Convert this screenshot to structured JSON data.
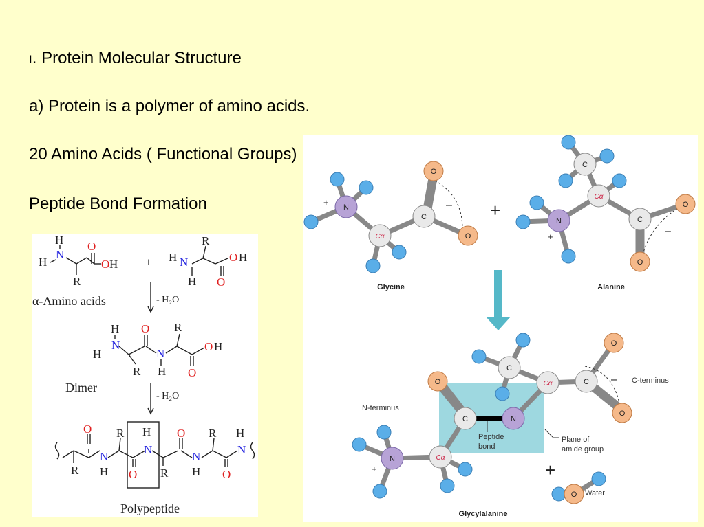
{
  "slide": {
    "heading_roman": "I",
    "heading_rest": ". Protein Molecular Structure",
    "point_a": "a) Protein is a polymer of amino acids.",
    "point_amino": "20 Amino Acids ( Functional Groups)",
    "point_peptide": "Peptide Bond Formation"
  },
  "left_figure": {
    "labels": {
      "amino_acids": "α-Amino acids",
      "minus_water_1": "- H₂O",
      "dimer": "Dimer",
      "minus_water_2": "- H₂O",
      "polypeptide": "Polypeptide",
      "plus": "+"
    },
    "colors": {
      "nitrogen": "#2a2ae0",
      "oxygen": "#e02020",
      "bond": "#222222"
    }
  },
  "right_figure": {
    "labels": {
      "glycine": "Glycine",
      "alanine": "Alanine",
      "glycylalanine": "Glycylalanine",
      "n_terminus": "N-terminus",
      "c_terminus": "C-terminus",
      "peptide_bond": "Peptide bond",
      "peptide_bond_line1": "Peptide",
      "peptide_bond_line2": "bond",
      "plane_line1": "Plane of",
      "plane_line2": "amide group",
      "water": "Water",
      "plus": "+",
      "minus": "–",
      "atom_n": "N",
      "atom_c": "C",
      "atom_o": "O",
      "atom_ca": "Cα"
    },
    "colors": {
      "hydrogen": "#5aaee8",
      "nitrogen": "#b7a3d6",
      "oxygen": "#f5b98a",
      "carbon": "#e9e9e9",
      "bond": "#888888",
      "arrow": "#55b8c8",
      "amide_plane": "#9ed8e0",
      "calpha_text": "#cc2244"
    }
  }
}
